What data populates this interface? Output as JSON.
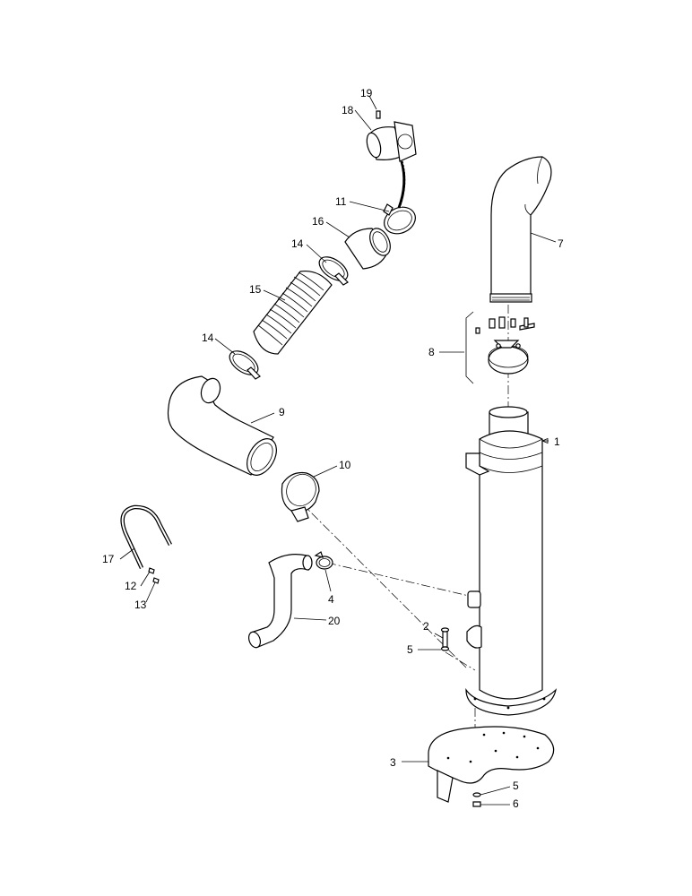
{
  "diagram": {
    "callouts": [
      {
        "id": "c1",
        "text": "1"
      },
      {
        "id": "c2",
        "text": "2"
      },
      {
        "id": "c3",
        "text": "3"
      },
      {
        "id": "c4",
        "text": "4"
      },
      {
        "id": "c5a",
        "text": "5"
      },
      {
        "id": "c5b",
        "text": "5"
      },
      {
        "id": "c6",
        "text": "6"
      },
      {
        "id": "c7",
        "text": "7"
      },
      {
        "id": "c8",
        "text": "8"
      },
      {
        "id": "c9",
        "text": "9"
      },
      {
        "id": "c10",
        "text": "10"
      },
      {
        "id": "c11",
        "text": "11"
      },
      {
        "id": "c12",
        "text": "12"
      },
      {
        "id": "c13",
        "text": "13"
      },
      {
        "id": "c14a",
        "text": "14"
      },
      {
        "id": "c14b",
        "text": "14"
      },
      {
        "id": "c15",
        "text": "15"
      },
      {
        "id": "c16",
        "text": "16"
      },
      {
        "id": "c17",
        "text": "17"
      },
      {
        "id": "c18",
        "text": "18"
      },
      {
        "id": "c19",
        "text": "19"
      },
      {
        "id": "c20",
        "text": "20"
      }
    ]
  }
}
